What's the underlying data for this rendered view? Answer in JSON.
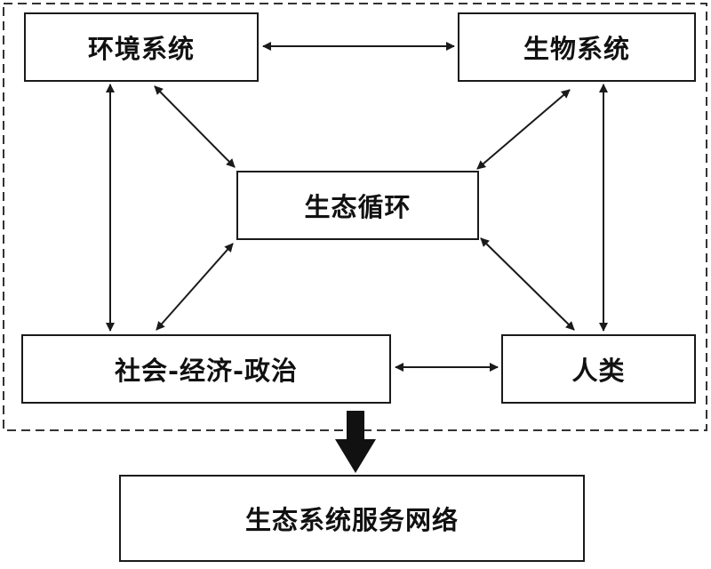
{
  "boxes": {
    "environment": "环境系统",
    "biological": "生物系统",
    "eco_cycle": "生态循环",
    "socio_economic_political": "社会-经济-政治",
    "human": "人类",
    "ecosystem_service_network": "生态系统服务网络"
  },
  "colors": {
    "line": "#1a1a1a",
    "text": "#111111",
    "background": "#ffffff"
  }
}
